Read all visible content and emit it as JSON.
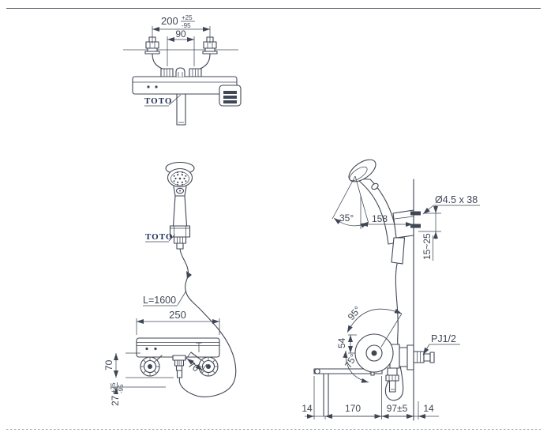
{
  "page": {
    "background": "#ffffff",
    "line_color": "#3f4654",
    "logo_color": "#20305a"
  },
  "front_view_top": {
    "dim_pitch_value": "200",
    "dim_pitch_tol_plus": "+25",
    "dim_pitch_tol_minus": "-95",
    "dim_center_distance": "90",
    "logo": "TOTO"
  },
  "hand_shower": {
    "logo": "TOTO",
    "hose_length_label": "L=1600"
  },
  "front_view_bottom": {
    "dim_body_width": "250",
    "dim_leg_length_vertical": "70",
    "dim_leg_length_diagonal": "70",
    "dim_spout_offset_value": "27",
    "dim_spout_offset_tol_plus": "+25",
    "dim_spout_offset_tol_minus": "-95"
  },
  "side_view_top": {
    "dim_spray_angle": "35°",
    "dim_head_to_wall": "158",
    "screw_spec": "Ø4.5 x 38",
    "dim_mount_range": "15~25"
  },
  "side_view_bottom": {
    "dim_handle_swing_upper": "95°",
    "dim_handle_swing_lower": "75°",
    "dim_handle_size": "54",
    "thread_spec": "PJ1/2",
    "dim_bench_lip": "14",
    "dim_bench_depth": "170",
    "dim_body_protrusion": "97±5",
    "dim_wall_inset": "14"
  }
}
